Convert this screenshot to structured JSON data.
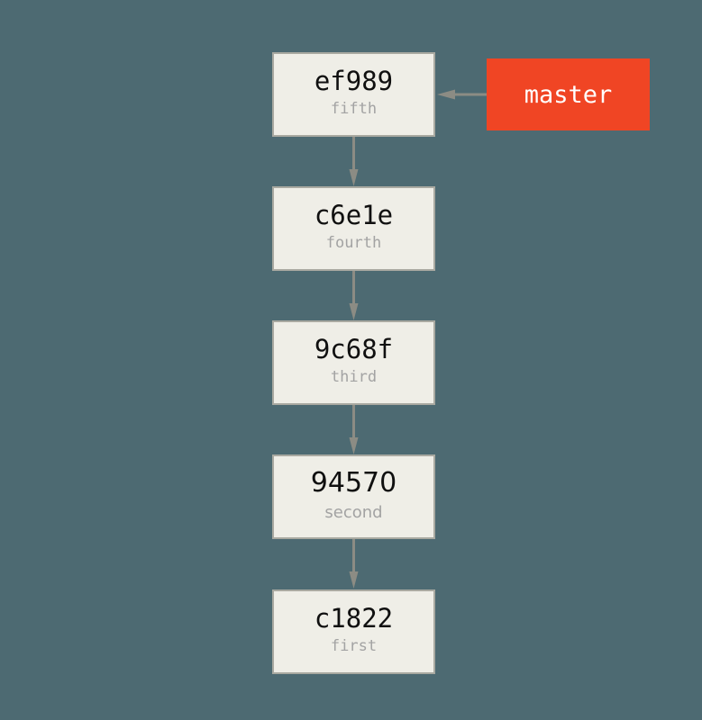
{
  "diagram": {
    "type": "git-commit-history",
    "background_color": "#4d6a72",
    "node_fill_color": "#efeee7",
    "node_border_color": "#a9a9a1",
    "edge_color": "#8c8c84",
    "branch_color": "#f04524",
    "branch_text_color": "#ffffff",
    "sha_text_color": "#101010",
    "message_text_color": "#a3a3a3",
    "commits": [
      {
        "sha": "ef989",
        "message": "fifth"
      },
      {
        "sha": "c6e1e",
        "message": "fourth"
      },
      {
        "sha": "9c68f",
        "message": "third"
      },
      {
        "sha": "94570",
        "message": "second"
      },
      {
        "sha": "c1822",
        "message": "first"
      }
    ],
    "branches": [
      {
        "name": "master",
        "points_to": "ef989"
      }
    ],
    "edges": [
      {
        "from": "ef989",
        "to": "c6e1e"
      },
      {
        "from": "c6e1e",
        "to": "9c68f"
      },
      {
        "from": "9c68f",
        "to": "94570"
      },
      {
        "from": "94570",
        "to": "c1822"
      },
      {
        "from": "master",
        "to": "ef989"
      }
    ]
  }
}
